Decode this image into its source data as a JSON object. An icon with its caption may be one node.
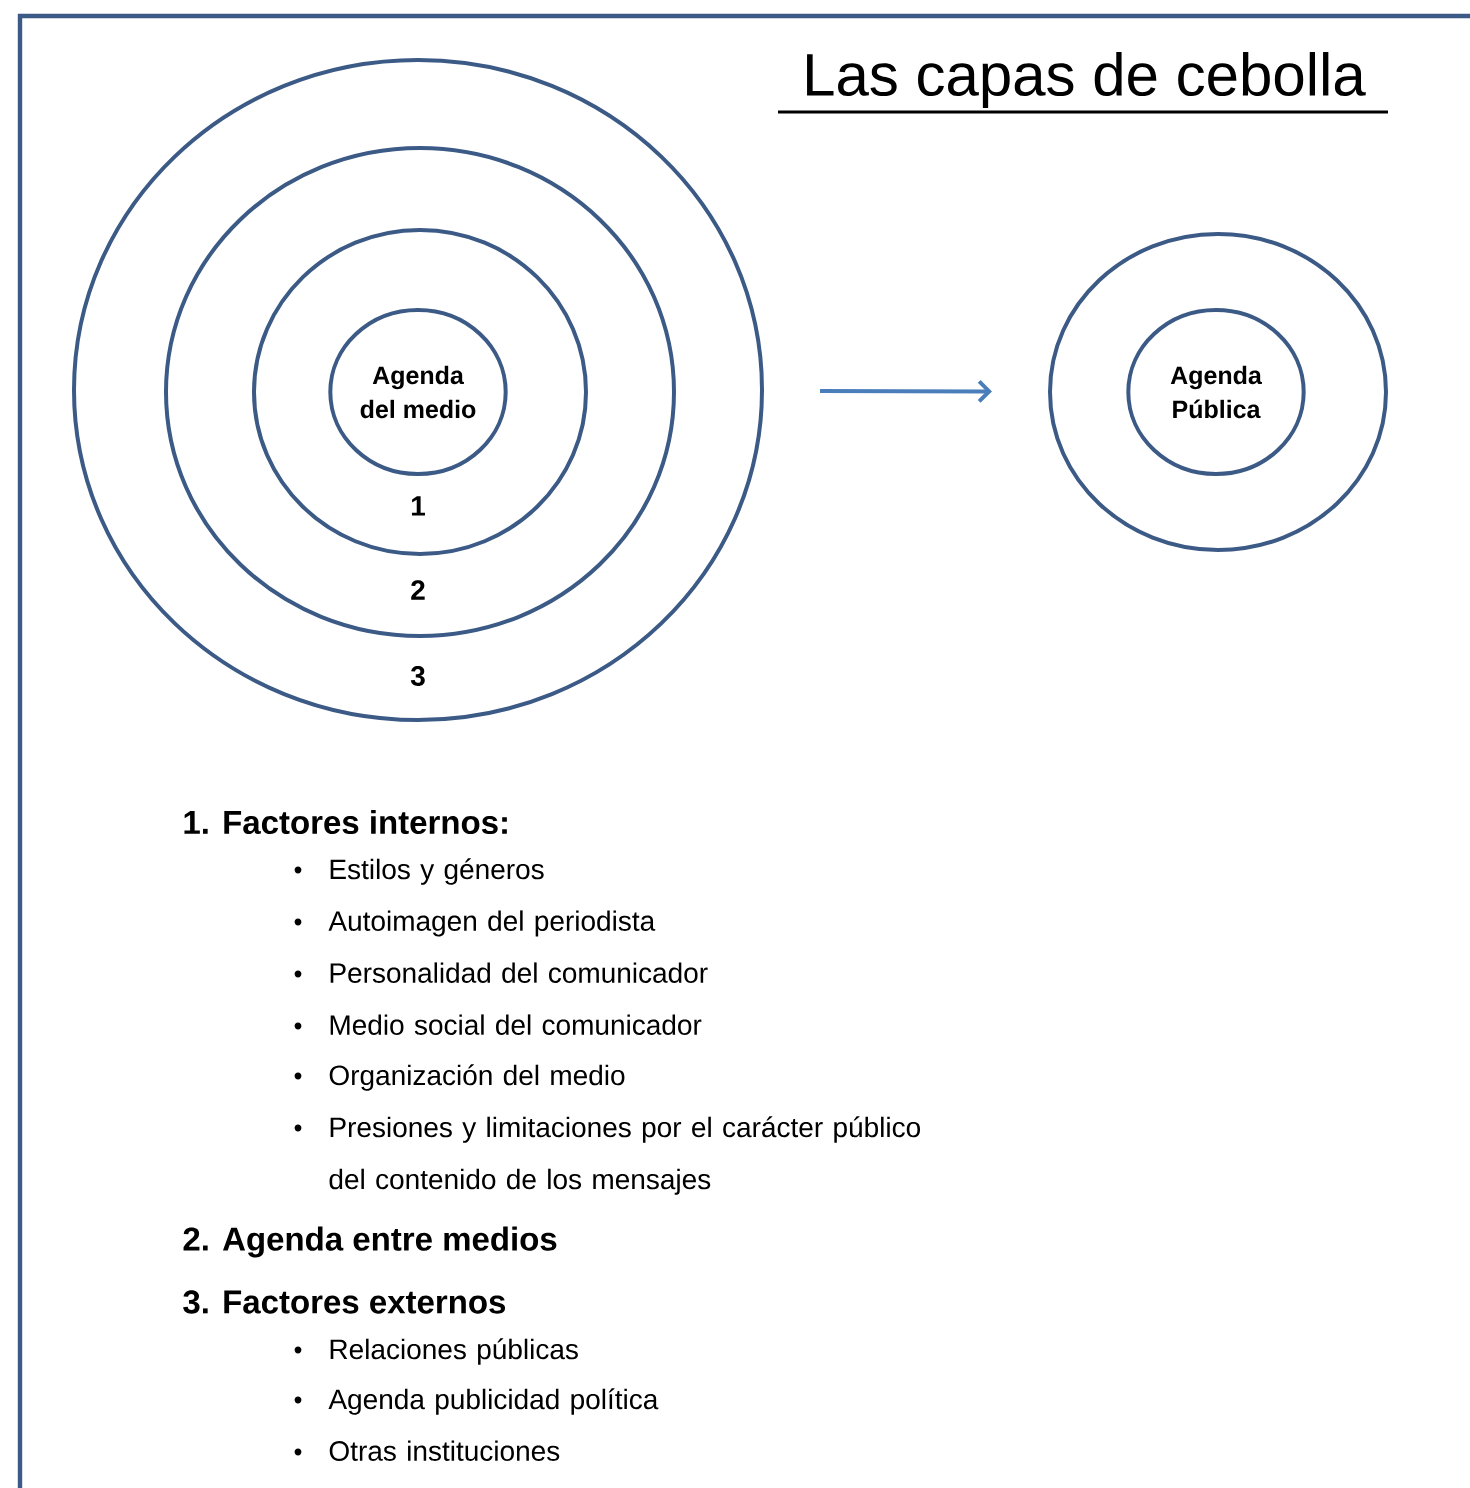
{
  "diagram": {
    "title": "Las capas de cebolla",
    "nodes": [
      {
        "text": [
          "3"
        ]
      },
      {
        "text": [
          "2"
        ],
        "in": 0
      },
      {
        "text": [
          "1"
        ],
        "in": 1
      },
      {
        "text": [
          "Agenda del medio"
        ],
        "in": 2
      },
      {
        "text": [],
        "shape": "circle"
      },
      {
        "text": [
          "Agenda Pública"
        ],
        "in": 4
      }
    ],
    "edges": [
      {
        "from": 0,
        "to": 4,
        "arrow": "to"
      }
    ],
    "labels": [
      "1. Factores internos:",
      "Estilos y géneros",
      "Autoimagen del periodista",
      "Personalidad del comunicador",
      "Medio social del comunicador",
      "Organización del medio",
      "Presiones y limitaciones por el carácter público del contenido de los mensajes",
      "2. Agenda entre medios",
      "3. Factores externos",
      "Relaciones  públicas",
      "Agenda publicidad política",
      "Otras instituciones"
    ]
  }
}
